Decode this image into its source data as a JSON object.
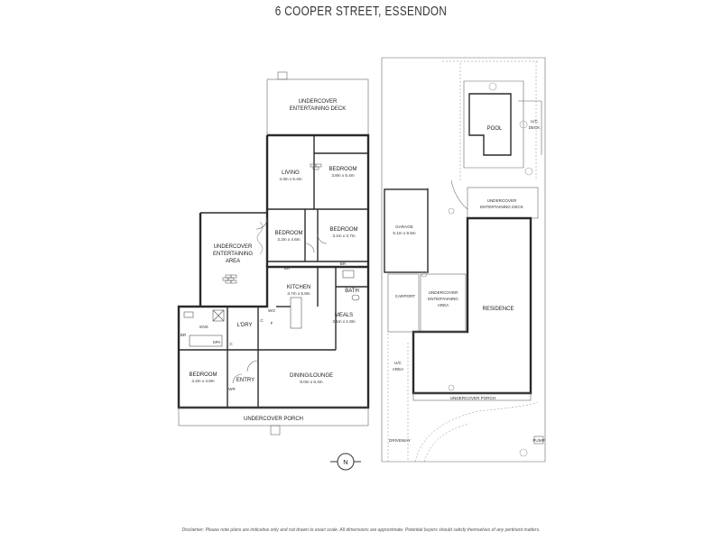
{
  "title": "6 COOPER STREET, ESSENDON",
  "disclaimer": "Disclaimer: Please note plans are indicative only and not drawn to exact scale. All dimensions are approximate. Potential buyers should satisfy themselves of any pertinent matters.",
  "compass": "N",
  "floorplan": {
    "deck": "UNDERCOVER",
    "deck2": "ENTERTAINING DECK",
    "living": "LIVING",
    "living_dim": "4.3m x 5.4m",
    "bed1": "BEDROOM",
    "bed1_dim": "3.8m x 5.4m",
    "bed2": "BEDROOM",
    "bed2_dim": "3.2m x 4.6m",
    "bed3": "BEDROOM",
    "bed3_dim": "3.1m x 3.7m",
    "ent_area1": "UNDERCOVER",
    "ent_area2": "ENTERTAINING",
    "ent_area3": "AREA",
    "br1": "BR",
    "br2": "BR",
    "br3": "BR",
    "kitchen": "KITCHEN",
    "kitchen_dim": "3.7m x 5.8m",
    "bath": "BATH",
    "ens": "ENS",
    "spa": "SPA",
    "ldry": "L'DRY",
    "wo": "WO",
    "c1": "C",
    "c2": "C",
    "f": "F",
    "meals": "MEALS",
    "meals_dim": "3.1m x 1.8m",
    "bed4": "BEDROOM",
    "bed4_dim": "4.2m x 4.8m",
    "wir": "WR",
    "entry": "ENTRY",
    "dining": "DINING/LOUNGE",
    "dining_dim": "8.0m x 5.4m",
    "porch": "UNDERCOVER PORCH"
  },
  "siteplan": {
    "pool": "POOL",
    "uc_deck1": "U/C",
    "uc_deck2": "DECK",
    "ent_deck1": "UNDERCOVER",
    "ent_deck2": "ENTERTAINING DECK",
    "garage": "GARAGE",
    "garage_dim": "5.1m x 9.5m",
    "carport": "CARPORT",
    "ent_area1": "UNDERCOVER",
    "ent_area2": "ENTERTAINING",
    "ent_area3": "AREA",
    "residence": "RESIDENCE",
    "uc_area1": "U/C",
    "uc_area2": "AREA",
    "porch": "UNDERCOVER PORCH",
    "driveway": "DRIVEWAY",
    "pump": "PUMP"
  }
}
